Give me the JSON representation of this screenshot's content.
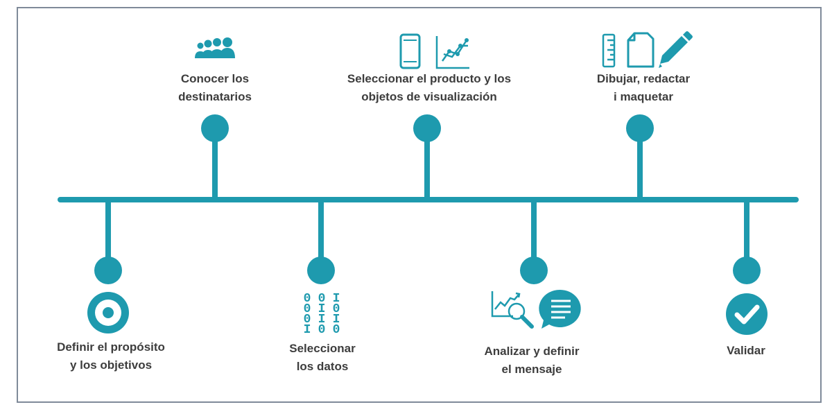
{
  "colors": {
    "accent": "#1e9aae",
    "text": "#3d3d3d",
    "border": "#7f8a99"
  },
  "steps": [
    {
      "id": "definir",
      "line1": "Definir el propósito",
      "line2": "y los objetivos",
      "position": "below",
      "icon": "target-icon"
    },
    {
      "id": "conocer",
      "line1": "Conocer los",
      "line2": "destinatarios",
      "position": "above",
      "icon": "audience-icon"
    },
    {
      "id": "datos",
      "line1": "Seleccionar",
      "line2": "los datos",
      "position": "below",
      "icon": "binary-data-icon"
    },
    {
      "id": "producto",
      "line1": "Seleccionar el producto y los",
      "line2": "objetos de visualización",
      "position": "above",
      "icon": "mobile-and-chart-icon"
    },
    {
      "id": "analizar",
      "line1": "Analizar y definir",
      "line2": "el mensaje",
      "position": "below",
      "icon": "analysis-and-message-icon"
    },
    {
      "id": "dibujar",
      "line1": "Dibujar, redactar",
      "line2": "i maquetar",
      "position": "above",
      "icon": "design-tools-icon"
    },
    {
      "id": "validar",
      "line1": "Validar",
      "line2": "",
      "position": "below",
      "icon": "check-icon"
    }
  ],
  "binary_digits": [
    [
      "0",
      "0",
      "I"
    ],
    [
      "0",
      "I",
      "0"
    ],
    [
      "0",
      "I",
      "I"
    ],
    [
      "I",
      "0",
      "0"
    ]
  ]
}
